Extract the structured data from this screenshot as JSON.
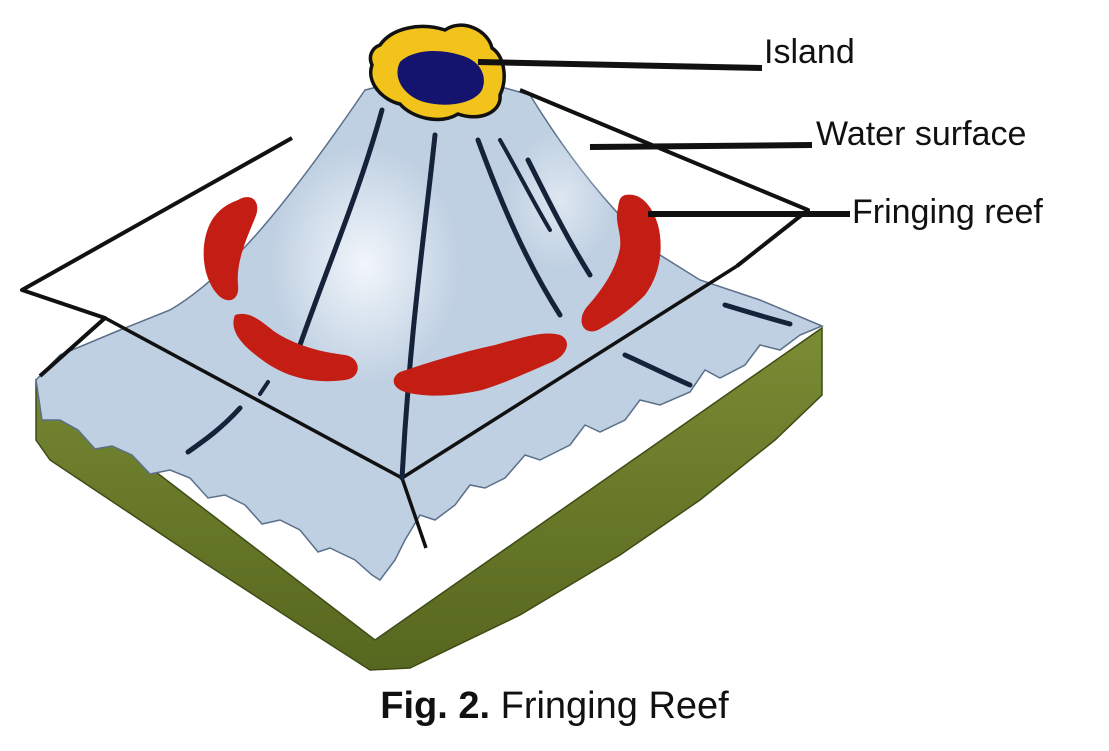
{
  "labels": {
    "island": "Island",
    "water_surface": "Water surface",
    "fringing_reef": "Fringing reef"
  },
  "caption": {
    "number": "Fig. 2.",
    "title": "Fringing Reef"
  },
  "colors": {
    "mountain": "#bfd0e2",
    "mountain_highlight": "#e6eef6",
    "ground": "#6b7d2c",
    "ground_dark": "#4e5e1c",
    "reef": "#c41d14",
    "island_sand": "#f2c31b",
    "island_core": "#14146e",
    "outline": "#111111"
  }
}
